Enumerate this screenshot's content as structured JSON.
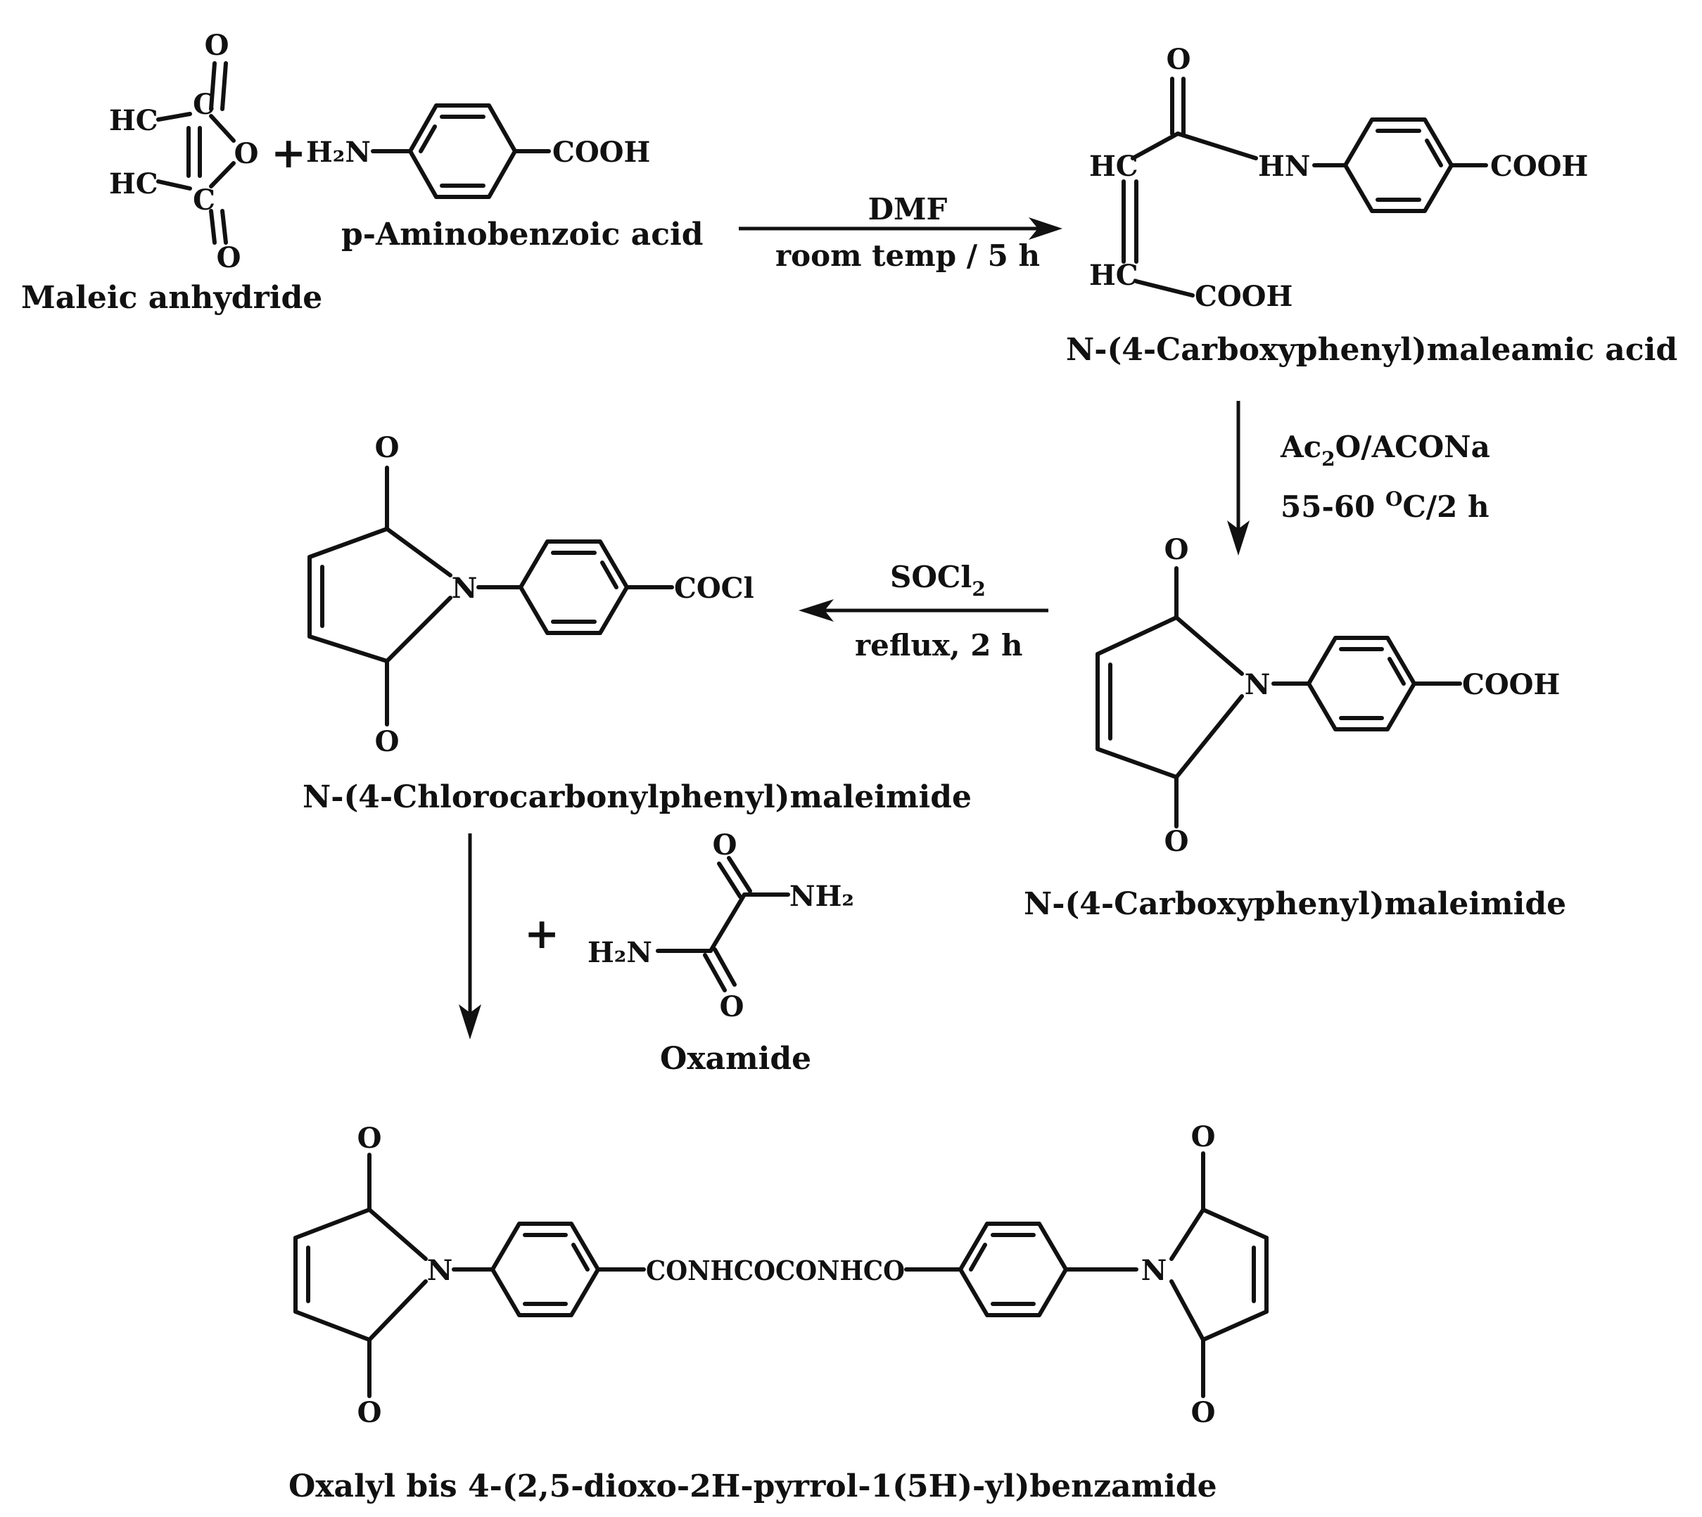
{
  "compounds": {
    "maleic_anhydride": "Maleic anhydride",
    "p_aminobenzoic_acid": "p-Aminobenzoic acid",
    "maleamic_acid": "N-(4-Carboxyphenyl)maleamic acid",
    "carboxyphenyl_maleimide": "N-(4-Carboxyphenyl)maleimide",
    "chlorocarbonylphenyl_maleimide": "N-(4-Chlorocarbonylphenyl)maleimide",
    "oxamide": "Oxamide",
    "product": "Oxalyl bis 4-(2,5-dioxo-2H-pyrrol-1(5H)-yl)benzamide"
  },
  "conditions": {
    "step1_reagent": "DMF",
    "step1_conditions": "room temp / 5 h",
    "step2_reagent_a": "Ac",
    "step2_reagent_sub": "2",
    "step2_reagent_b": "O/ACONa",
    "step2_conditions_a": "55-60 ",
    "step2_conditions_sup": "O",
    "step2_conditions_b": "C/2 h",
    "step3_reagent_a": "SOCl",
    "step3_reagent_sub": "2",
    "step3_conditions": "reflux, 2 h"
  },
  "atoms": {
    "O": "O",
    "N": "N",
    "HC": "HC",
    "C": "C",
    "H2N": "H₂N",
    "NH2": "NH₂",
    "HN": "HN",
    "COOH": "COOH",
    "COCl": "COCl",
    "linker": "CONHCOCONHCO",
    "plus": "+"
  }
}
